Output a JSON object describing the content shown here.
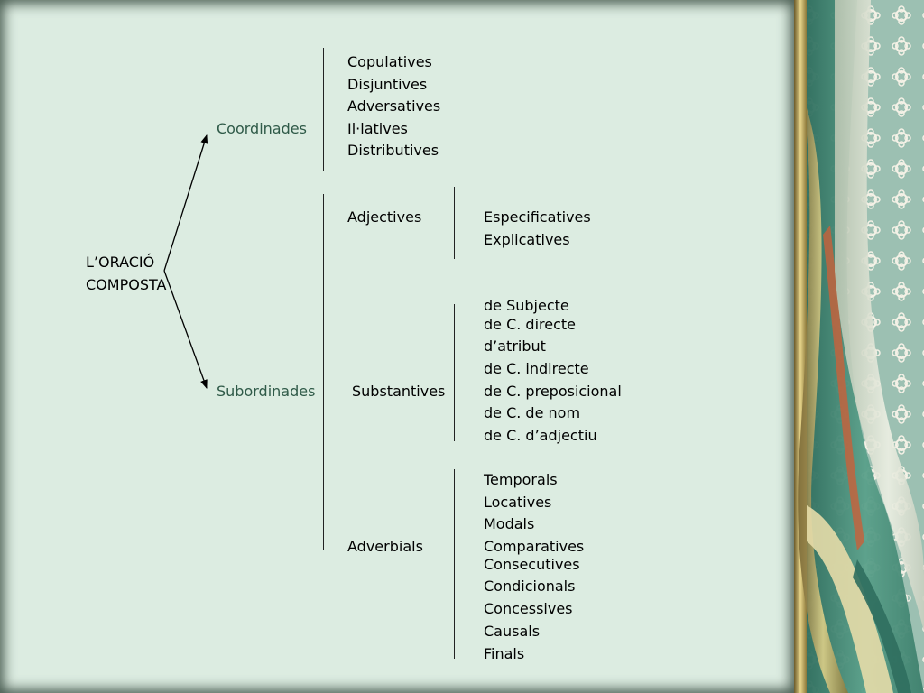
{
  "root": {
    "line1": "L’ORACIÓ",
    "line2": "COMPOSTA"
  },
  "branches": {
    "coordinades": "Coordinades",
    "subordinades": "Subordinades"
  },
  "coordinades_items": [
    "Copulatives",
    "Disjuntives",
    "Adversatives",
    "Il·latives",
    "Distributives"
  ],
  "subordinades_types": {
    "adjectives": "Adjectives",
    "substantives": "Substantives",
    "adverbials": "Adverbials"
  },
  "adjectives_items": [
    "Especificatives",
    "Explicatives"
  ],
  "substantives_items": [
    "de Subjecte",
    "de C. directe",
    "d’atribut",
    "de C. indirecte",
    "de C. preposicional",
    "de C. de nom",
    "de C. d’adjectiu"
  ],
  "adverbials_items": [
    "Temporals",
    "Locatives",
    "Modals",
    "Comparatives",
    "Consecutives",
    "Condicionals",
    "Concessives",
    "Causals",
    "Finals"
  ]
}
